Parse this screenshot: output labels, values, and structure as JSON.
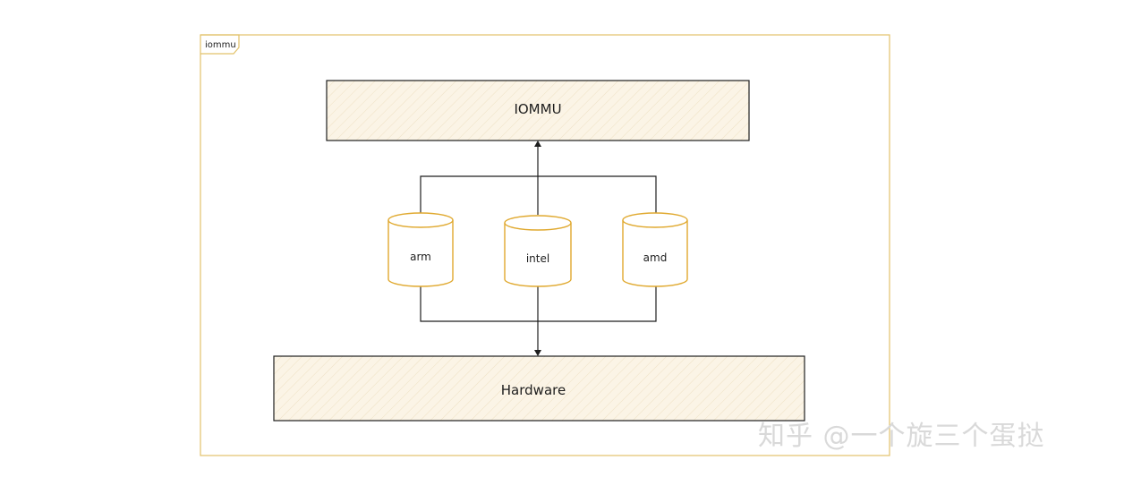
{
  "frame": {
    "label": "iommu"
  },
  "boxes": {
    "iommu": "IOMMU",
    "hardware": "Hardware"
  },
  "databases": [
    {
      "id": "arm",
      "label": "arm"
    },
    {
      "id": "intel",
      "label": "intel"
    },
    {
      "id": "amd",
      "label": "amd"
    }
  ],
  "watermark": "知乎 @一个旋三个蛋挞",
  "colors": {
    "frame": "#e2c26a",
    "box_fill": "#fbf4e6",
    "stroke": "#1e1e1e",
    "cylinder_stroke": "#e0a92f"
  }
}
